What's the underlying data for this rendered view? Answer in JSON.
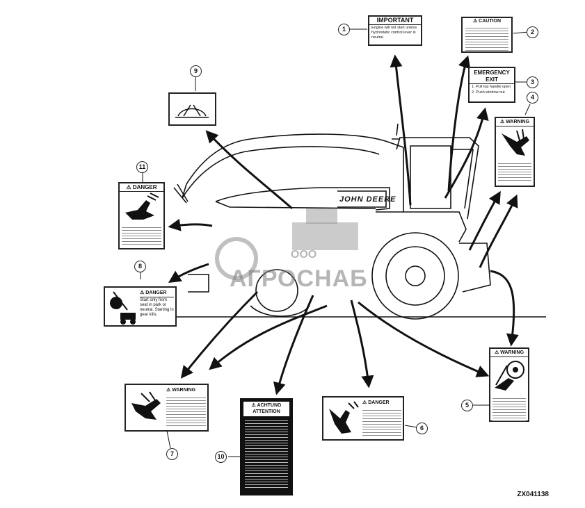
{
  "figure_id": "ZX041138",
  "watermark": {
    "line1": "ООО",
    "line2": "АГРОСНАБ"
  },
  "machine_brand": "JOHN DEERE",
  "decals": {
    "d1": {
      "num": "1",
      "header": "IMPORTANT",
      "text": "Engine will not start unless hydrostatic control lever is neutral"
    },
    "d2": {
      "num": "2",
      "header": "CAUTION"
    },
    "d3": {
      "num": "3",
      "header1": "EMERGENCY",
      "header2": "EXIT",
      "line1": "1. Pull top handle open",
      "line2": "2. Push window out"
    },
    "d4": {
      "num": "4",
      "header": "WARNING"
    },
    "d5": {
      "num": "5",
      "header": "WARNING"
    },
    "d6": {
      "num": "6",
      "header": "DANGER"
    },
    "d7": {
      "num": "7",
      "header": "WARNING"
    },
    "d8": {
      "num": "8",
      "header": "DANGER",
      "text": "Start only from seat in park or neutral. Starting in gear kills."
    },
    "d9": {
      "num": "9"
    },
    "d10": {
      "num": "10",
      "header1": "ACHTUNG",
      "header2": "ATTENTION"
    },
    "d11": {
      "num": "11",
      "header": "DANGER"
    }
  }
}
